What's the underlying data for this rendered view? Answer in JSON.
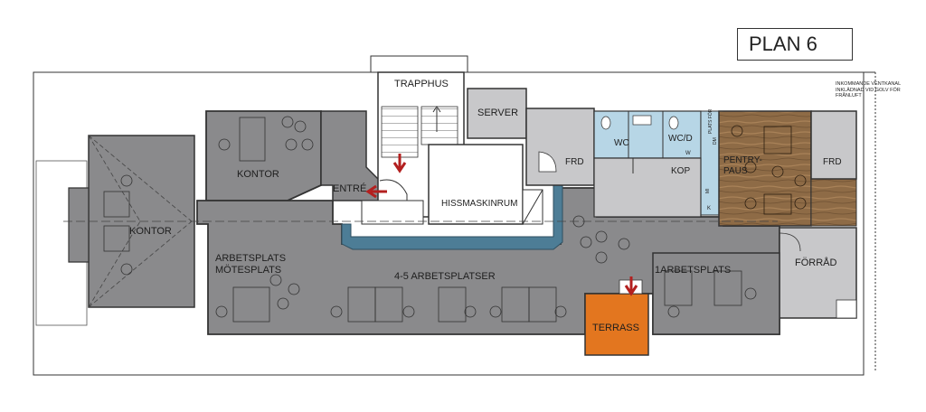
{
  "plan": {
    "title": "PLAN 6",
    "note_lines": [
      "INKOMMANDE VENTKANAL",
      "INKLÄDNAD VID GOLV FÖR",
      "FRÅNLUFT"
    ],
    "rooms": {
      "trapphus": "TRAPPHUS",
      "server": "SERVER",
      "hissmaskinrum": "HISSMASKINRUM",
      "entre": "ENTRÉ",
      "kontor_upper": "KONTOR",
      "kontor_left": "KONTOR",
      "arbetsplats": "ARBETSPLATS",
      "motesplats": "MÖTESPLATS",
      "arbetsplatser": "4-5 ARBETSPLATSER",
      "frd_mid": "FRD",
      "wc": "WC",
      "wc_d": "WC/D",
      "kop": "KOP",
      "pentry": "PENTRY-",
      "paus": "PAUS",
      "frd_right": "FRD",
      "forrad": "FÖRRÅD",
      "ett_arbetsplats": "1ARBETSPLATS",
      "terrass": "TERRASS"
    },
    "small_labels": {
      "plats_for": "PLATS FÖR",
      "k": "K",
      "mi": "MI",
      "dm": "DM",
      "w": "W"
    },
    "colors": {
      "room_gray": "#8a8a8c",
      "light_gray": "#c8c8ca",
      "terrace_orange": "#e3761f",
      "wood": "#8b6a45",
      "wet_blue": "#b7d6e6",
      "shaft_blue": "#4d7d96",
      "entry_arrow": "#b3201f"
    }
  }
}
